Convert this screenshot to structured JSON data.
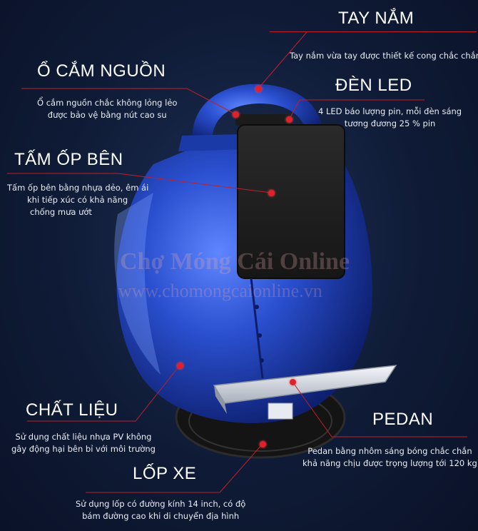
{
  "features": {
    "handle": {
      "title": "TAY NẮM",
      "lines": [
        "Tay nắm vừa tay được thiết kế cong chắc chắn"
      ]
    },
    "led": {
      "title": "ĐÈN LED",
      "lines": [
        "4 LED báo lượng pin, mỗi đèn sáng",
        "tương đương 25 % pin"
      ]
    },
    "socket": {
      "title": "Ổ CẮM NGUỒN",
      "lines": [
        "Ổ cắm nguồn chắc không lỏng lẻo",
        "được bảo vệ bằng nút cao su"
      ]
    },
    "panel": {
      "title": "TẤM ỐP BÊN",
      "lines": [
        "Tấm ốp bên bằng nhựa dẻo, êm ái",
        "khi tiếp xúc có khả năng",
        "chống mưa ướt"
      ]
    },
    "material": {
      "title": "CHẤT LIỆU",
      "lines": [
        "Sử dụng chất liệu nhựa PV không",
        "gây động hại bên bỉ với môi trường"
      ]
    },
    "pedal": {
      "title": "PEDAN",
      "lines": [
        "Pedan bằng nhôm sáng bóng chắc chắn",
        "khả năng chịu được trọng lượng tới 120 kg"
      ]
    },
    "tire": {
      "title": "LỐP XE",
      "lines": [
        "Sử dụng lốp có đường kính 14 inch, có độ",
        "bám đường cao khi di chuyển địa hình"
      ]
    }
  },
  "watermark": {
    "name": "Chợ Móng Cái Online",
    "url": "www.chomongcaionline.vn"
  },
  "colors": {
    "background": "#0f1b36",
    "accent_red": "#e0202b",
    "body_blue": "#1f3fa8"
  }
}
